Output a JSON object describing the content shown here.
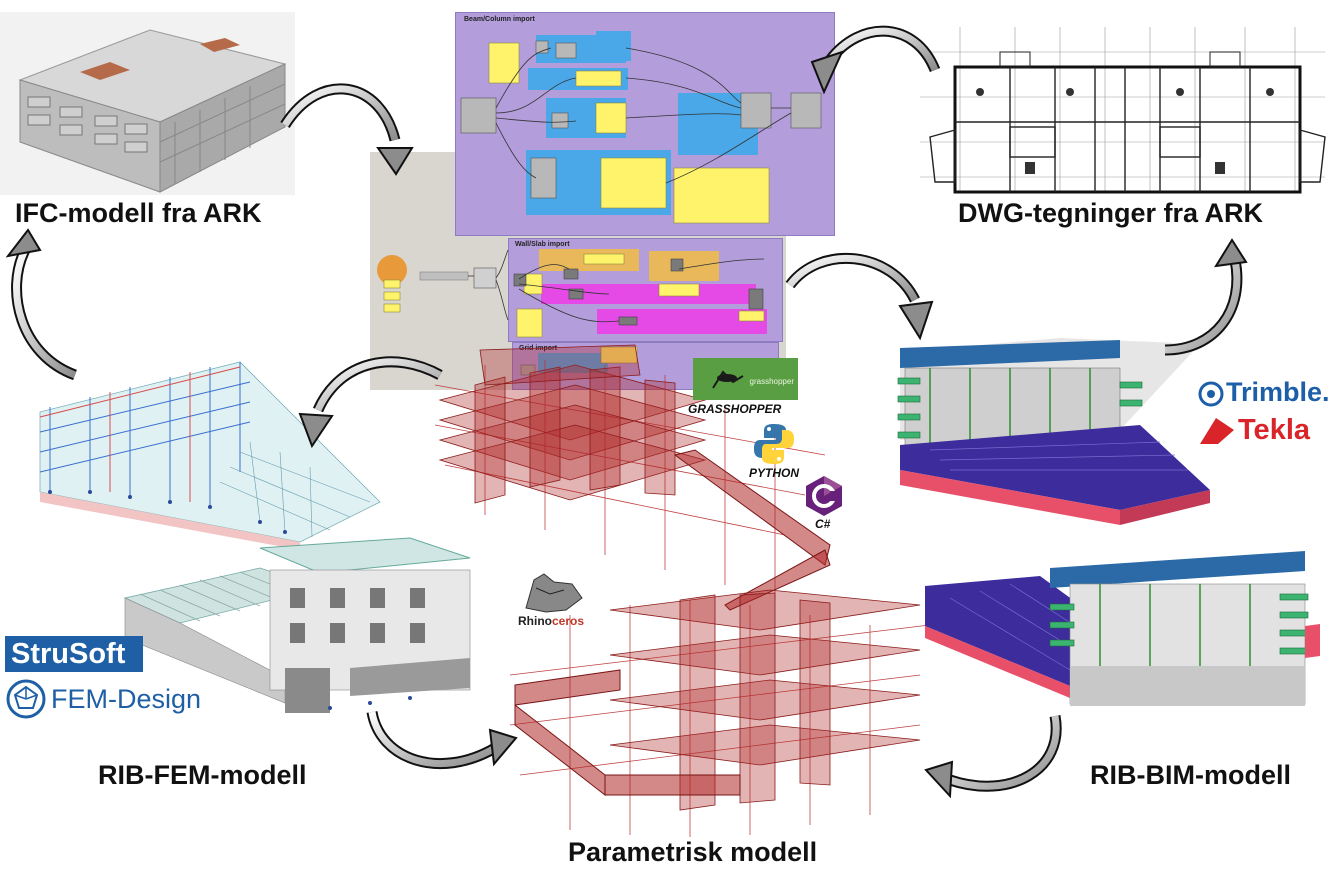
{
  "labels": {
    "ifc": "IFC-modell fra ARK",
    "dwg": "DWG-tegninger fra ARK",
    "rib_fem": "RIB-FEM-modell",
    "rib_bim": "RIB-BIM-modell",
    "parametric": "Parametrisk modell"
  },
  "grasshopper": {
    "group_beam_column": "Beam/Column import",
    "group_wall_slab": "Wall/Slab import",
    "group_grid": "Grid import"
  },
  "tools": {
    "grasshopper": "GRASSHOPPER",
    "grasshopper_logo_text": "grasshopper",
    "python": "PYTHON",
    "csharp": "C#",
    "rhino_1": "Rhino",
    "rhino_2": "ceros"
  },
  "brands": {
    "trimble": "Trimble.",
    "tekla": "Tekla",
    "strusoft": "StruSoft",
    "femdesign": "FEM-Design"
  },
  "colors": {
    "grasshopper_purple": "#b39ddb",
    "grasshopper_blue": "#4aa8e8",
    "grasshopper_yellow": "#fff36b",
    "model_red": "#b02828",
    "bim_blue": "#2b6aa6",
    "bim_purple": "#3c2c9c",
    "bim_green": "#3cb371",
    "strusoft_blue": "#1e5fa6",
    "tekla_red": "#d9252a"
  }
}
